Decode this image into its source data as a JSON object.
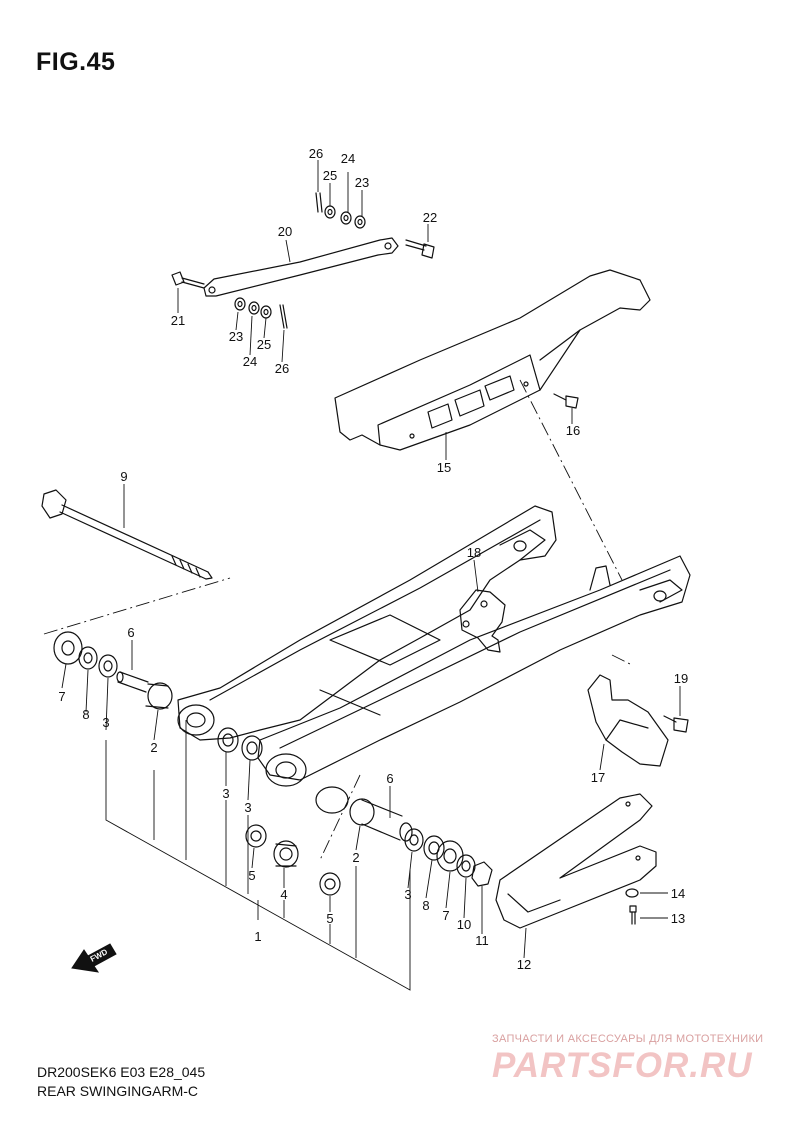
{
  "figure_title": "FIG.45",
  "footer": {
    "model_code": "DR200SEK6 E03 E28_045",
    "section_name": "REAR SWINGINGARM-C"
  },
  "watermark": {
    "tagline": "ЗАПЧАСТИ И АКСЕССУАРЫ ДЛЯ МОТОТЕХНИКИ",
    "logo_text": "PARTSFOR.RU"
  },
  "fwd_label": "FWD",
  "callouts": [
    {
      "id": "c26a",
      "label": "26"
    },
    {
      "id": "c24a",
      "label": "24"
    },
    {
      "id": "c25a",
      "label": "25"
    },
    {
      "id": "c23a",
      "label": "23"
    },
    {
      "id": "c22",
      "label": "22"
    },
    {
      "id": "c20",
      "label": "20"
    },
    {
      "id": "c21",
      "label": "21"
    },
    {
      "id": "c23b",
      "label": "23"
    },
    {
      "id": "c24b",
      "label": "24"
    },
    {
      "id": "c25b",
      "label": "25"
    },
    {
      "id": "c26b",
      "label": "26"
    },
    {
      "id": "c16",
      "label": "16"
    },
    {
      "id": "c15",
      "label": "15"
    },
    {
      "id": "c9",
      "label": "9"
    },
    {
      "id": "c18",
      "label": "18"
    },
    {
      "id": "c19",
      "label": "19"
    },
    {
      "id": "c17",
      "label": "17"
    },
    {
      "id": "c6a",
      "label": "6"
    },
    {
      "id": "c7a",
      "label": "7"
    },
    {
      "id": "c8a",
      "label": "8"
    },
    {
      "id": "c3a",
      "label": "3"
    },
    {
      "id": "c2a",
      "label": "2"
    },
    {
      "id": "c3b",
      "label": "3"
    },
    {
      "id": "c3c",
      "label": "3"
    },
    {
      "id": "c6b",
      "label": "6"
    },
    {
      "id": "c2b",
      "label": "2"
    },
    {
      "id": "c5a",
      "label": "5"
    },
    {
      "id": "c4",
      "label": "4"
    },
    {
      "id": "c5b",
      "label": "5"
    },
    {
      "id": "c3d",
      "label": "3"
    },
    {
      "id": "c8b",
      "label": "8"
    },
    {
      "id": "c7b",
      "label": "7"
    },
    {
      "id": "c10",
      "label": "10"
    },
    {
      "id": "c11",
      "label": "11"
    },
    {
      "id": "c14",
      "label": "14"
    },
    {
      "id": "c13",
      "label": "13"
    },
    {
      "id": "c12",
      "label": "12"
    },
    {
      "id": "c1",
      "label": "1"
    }
  ],
  "colors": {
    "line": "#111111",
    "watermark_logo": "#f2c4c4",
    "watermark_tag": "#d9a0a0"
  }
}
